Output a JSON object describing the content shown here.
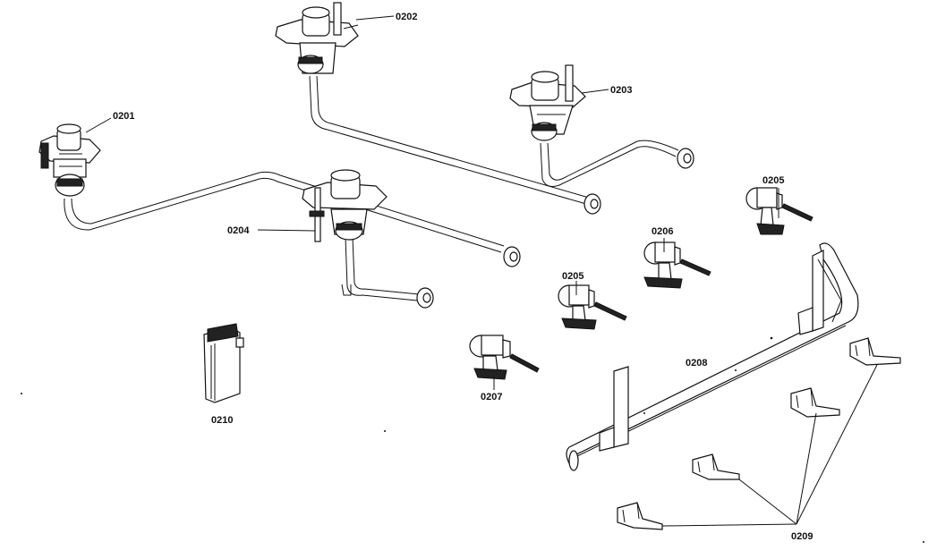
{
  "labels": {
    "p0201": "0201",
    "p0202": "0202",
    "p0203": "0203",
    "p0204": "0204",
    "p0205a": "0205",
    "p0205b": "0205",
    "p0206": "0206",
    "p0207": "0207",
    "p0208": "0208",
    "p0209": "0209",
    "p0210": "0210"
  }
}
